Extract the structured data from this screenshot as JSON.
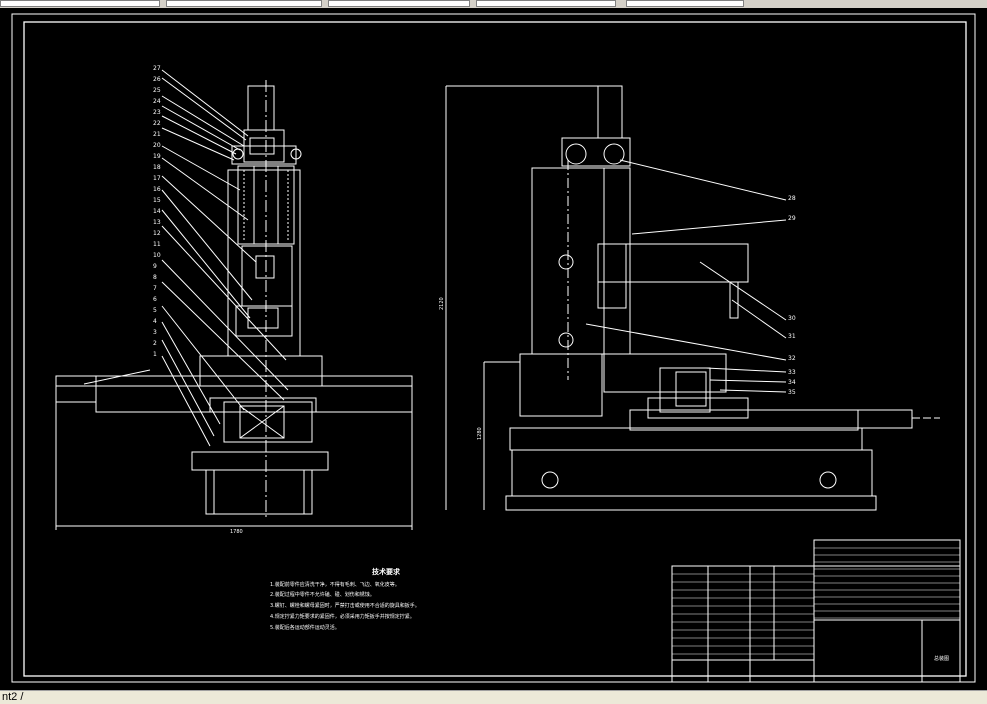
{
  "toolbar": {
    "field_count": 5
  },
  "drawing": {
    "notes_title": "技术要求",
    "notes": [
      "1.装配前零件应清洗干净，不得有毛刺、飞边、氧化皮等。",
      "2.装配过程中零件不允许磕、碰、划伤和锈蚀。",
      "3.螺钉、螺栓和螺母紧固时，严禁打击或使用不合适的旋具和扳手。",
      "4.规定拧紧力矩要求的紧固件，必须采用力矩扳手并按规定拧紧。",
      "5.装配后各运动部件运动灵活。"
    ],
    "left_view_labels": [
      "27",
      "26",
      "25",
      "24",
      "23",
      "22",
      "21",
      "20",
      "19",
      "18",
      "17",
      "16",
      "15",
      "14",
      "13",
      "12",
      "11",
      "10",
      "9",
      "8",
      "7",
      "6",
      "5",
      "4",
      "3",
      "2",
      "1"
    ],
    "right_view_labels": [
      "28",
      "29",
      "30",
      "31",
      "32",
      "33",
      "34",
      "35"
    ],
    "dimensions": {
      "left_width": "1780",
      "right_height_total": "2120",
      "right_height_lower": "1280"
    },
    "title_block": {
      "drawing_name": "总装图"
    }
  },
  "status": {
    "command_line": "nt2 /"
  }
}
